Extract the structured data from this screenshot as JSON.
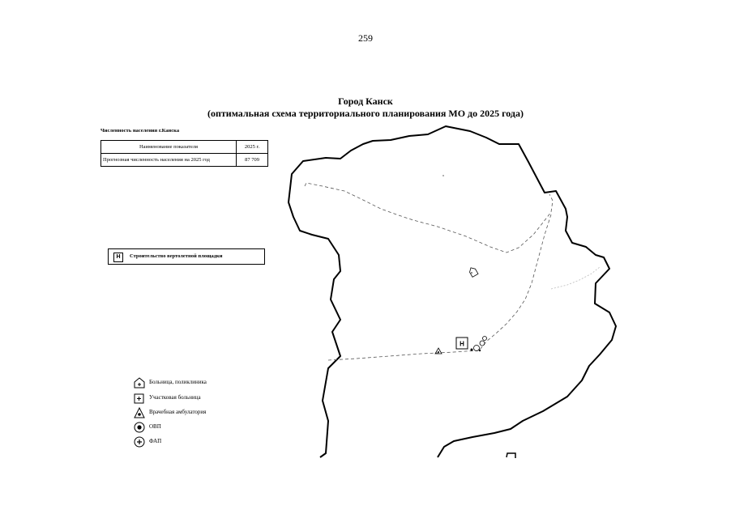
{
  "page": {
    "number": "259"
  },
  "title": {
    "line1": "Город Канск",
    "line2": "(оптимальная схема территориального планирования МО до 2025 года)"
  },
  "population_table": {
    "heading": "Численность населения г.Канска",
    "header": [
      "Наименование показателя",
      "2025 г."
    ],
    "rows": [
      [
        "Прогнозная численность населения на 2025 год",
        "87 709"
      ]
    ]
  },
  "helipad_legend": {
    "icon_letter": "H",
    "label": "Строительство вертолетной площадки"
  },
  "legend": {
    "items": [
      {
        "icon": "hospital-house-icon",
        "label": "Больница, поликлиника"
      },
      {
        "icon": "district-hospital-icon",
        "label": "Участковая больница"
      },
      {
        "icon": "ambulatory-triangle-icon",
        "label": "Врачебная амбулатория"
      },
      {
        "icon": "ovp-circle-icon",
        "label": "ОВП"
      },
      {
        "icon": "fap-circle-icon",
        "label": "ФАП"
      }
    ]
  },
  "map": {
    "map_marker_letter": "H",
    "colors": {
      "boundary": "#000000",
      "dashed_line": "#555555",
      "river": "#bbbbbb"
    }
  }
}
